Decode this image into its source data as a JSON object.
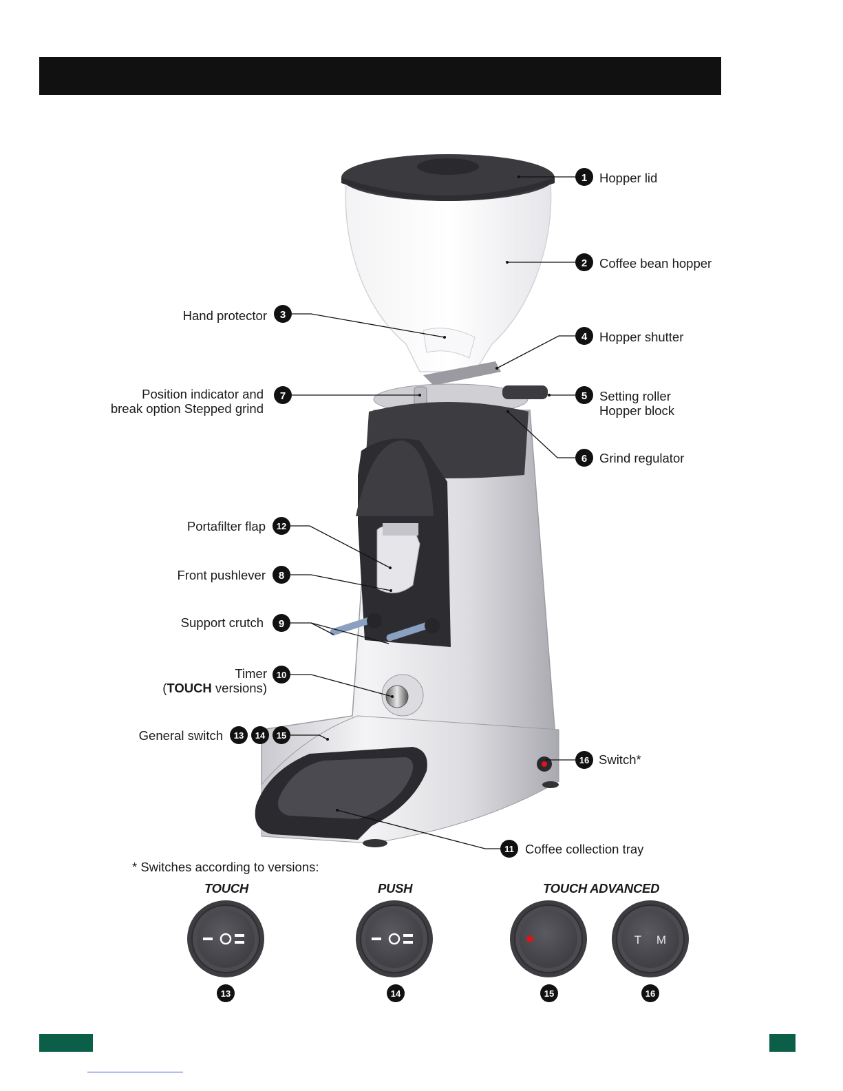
{
  "callouts": {
    "c1": {
      "num": "1",
      "label": "Hopper lid"
    },
    "c2": {
      "num": "2",
      "label": "Coffee bean hopper"
    },
    "c3": {
      "num": "3",
      "label": "Hand protector"
    },
    "c4": {
      "num": "4",
      "label": "Hopper shutter"
    },
    "c5": {
      "num": "5",
      "line1": "Setting roller",
      "line2": "Hopper block"
    },
    "c6": {
      "num": "6",
      "label": "Grind regulator"
    },
    "c7": {
      "num": "7",
      "line1": "Position indicator and",
      "line2": "break option Stepped grind"
    },
    "c8": {
      "num": "8",
      "label": "Front pushlever"
    },
    "c9": {
      "num": "9",
      "label": "Support crutch"
    },
    "c10": {
      "num": "10",
      "line1": "Timer",
      "line2_pre": "(",
      "line2_bold": "TOUCH",
      "line2_post": " versions)"
    },
    "c11": {
      "num": "11",
      "label": "Coffee collection tray"
    },
    "c12": {
      "num": "12",
      "label": "Portafilter flap"
    },
    "c13": {
      "num": "13"
    },
    "c14": {
      "num": "14"
    },
    "c15": {
      "num": "15"
    },
    "general_switch": "General switch",
    "c16": {
      "num": "16",
      "label": "Switch*"
    }
  },
  "switches": {
    "note": "* Switches according to versions:",
    "touch": {
      "label": "TOUCH",
      "num": "13",
      "symbol": "– O ="
    },
    "push": {
      "label": "PUSH",
      "num": "14",
      "symbol": "– O ="
    },
    "touch_advanced": {
      "label": "TOUCH ADVANCED",
      "num_a": "15",
      "num_b": "16",
      "t": "T",
      "m": "M"
    }
  },
  "colors": {
    "header": "#111111",
    "footer_accent": "#0b5e47",
    "badge": "#111111",
    "led": "#d81818"
  }
}
